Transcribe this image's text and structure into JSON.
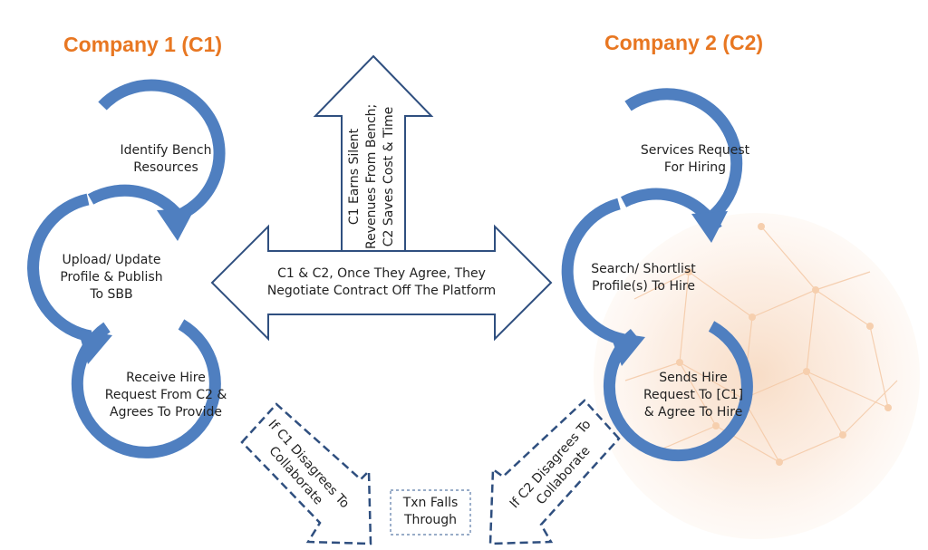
{
  "company1": {
    "title": "Company 1 (C1)",
    "steps": [
      [
        "Identify Bench",
        "Resources"
      ],
      [
        "Upload/ Update",
        "Profile & Publish",
        "To SBB"
      ],
      [
        "Receive Hire",
        "Request From C2 &",
        "Agrees To Provide"
      ]
    ]
  },
  "company2": {
    "title": "Company 2 (C2)",
    "steps": [
      [
        "Services Request",
        "For Hiring"
      ],
      [
        "Search/ Shortlist",
        "Profile(s) To Hire"
      ],
      [
        "Sends Hire",
        "Request To [C1]",
        "& Agree To Hire"
      ]
    ]
  },
  "center": {
    "up_arrow": [
      "C1 Earns Silent",
      "Revenues From Bench;",
      "C2 Saves Cost & Time"
    ],
    "double_arrow": [
      "C1 & C2, Once They Agree, They",
      "Negotiate Contract Off The Platform"
    ],
    "c1_disagree": [
      "If C1 Disagrees To",
      "Collaborate"
    ],
    "c2_disagree": [
      "If C2 Disagrees To",
      "Collaborate"
    ],
    "txn": [
      "Txn Falls",
      "Through"
    ]
  },
  "colors": {
    "ring": "#4f7fc0",
    "title": "#e87722",
    "dashed": "#2f4f7f"
  }
}
